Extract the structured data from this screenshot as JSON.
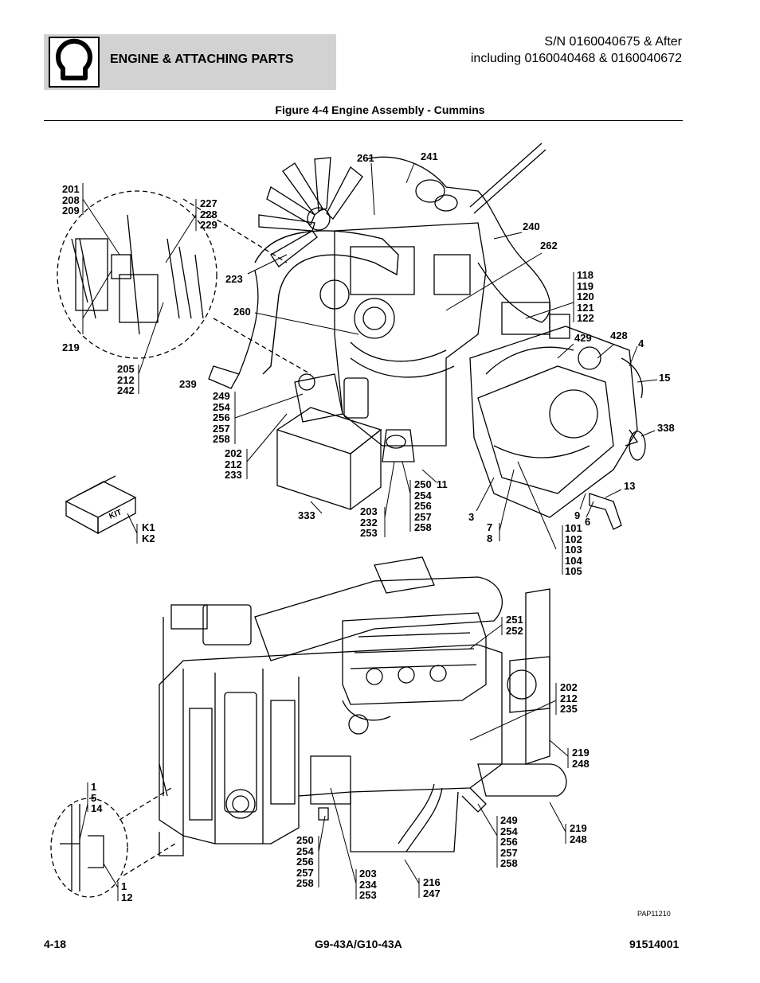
{
  "header": {
    "section_title": "ENGINE & ATTACHING PARTS",
    "serial_line1": "S/N 0160040675 & After",
    "serial_line2": "including 0160040468 & 0160040672"
  },
  "figure_title": "Figure 4-4 Engine Assembly - Cummins",
  "kit_label": "KIT",
  "callouts": [
    {
      "id": "c201",
      "text": "201\n208\n209"
    },
    {
      "id": "c261",
      "text": "261"
    },
    {
      "id": "c241",
      "text": "241"
    },
    {
      "id": "c227",
      "text": "227\n228\n229"
    },
    {
      "id": "c240",
      "text": "240"
    },
    {
      "id": "c262",
      "text": "262"
    },
    {
      "id": "c223",
      "text": "223"
    },
    {
      "id": "c118",
      "text": "118\n119\n120\n121\n122"
    },
    {
      "id": "c260",
      "text": "260"
    },
    {
      "id": "c219a",
      "text": "219"
    },
    {
      "id": "c429",
      "text": "429"
    },
    {
      "id": "c428",
      "text": "428"
    },
    {
      "id": "c4",
      "text": "4"
    },
    {
      "id": "c205",
      "text": "205\n212\n242"
    },
    {
      "id": "c239",
      "text": "239"
    },
    {
      "id": "c15",
      "text": "15"
    },
    {
      "id": "c249a",
      "text": "249\n254\n256\n257\n258"
    },
    {
      "id": "c338",
      "text": "338"
    },
    {
      "id": "c202a",
      "text": "202\n212\n233"
    },
    {
      "id": "c250a",
      "text": "250\n254\n256\n257\n258"
    },
    {
      "id": "c11",
      "text": "11"
    },
    {
      "id": "c13",
      "text": "13"
    },
    {
      "id": "c333",
      "text": "333"
    },
    {
      "id": "c203a",
      "text": "203\n232\n253"
    },
    {
      "id": "c3",
      "text": "3"
    },
    {
      "id": "c78",
      "text": "7\n8"
    },
    {
      "id": "c9",
      "text": "9"
    },
    {
      "id": "c6",
      "text": "6"
    },
    {
      "id": "c101",
      "text": "101\n102\n103\n104\n105"
    },
    {
      "id": "ck1",
      "text": "K1\nK2"
    },
    {
      "id": "c251",
      "text": "251\n252"
    },
    {
      "id": "c202b",
      "text": "202\n212\n235"
    },
    {
      "id": "c219b",
      "text": "219\n248"
    },
    {
      "id": "c1514",
      "text": "1\n5\n14"
    },
    {
      "id": "c249b",
      "text": "249\n254\n256\n257\n258"
    },
    {
      "id": "c219c",
      "text": "219\n248"
    },
    {
      "id": "c250b",
      "text": "250\n254\n256\n257\n258"
    },
    {
      "id": "c203b",
      "text": "203\n234\n253"
    },
    {
      "id": "c216",
      "text": "216\n247"
    },
    {
      "id": "c112",
      "text": "1\n12"
    }
  ],
  "drawing_id": "PAP11210",
  "footer": {
    "page_number": "4-18",
    "model": "G9-43A/G10-43A",
    "doc_number": "91514001"
  }
}
